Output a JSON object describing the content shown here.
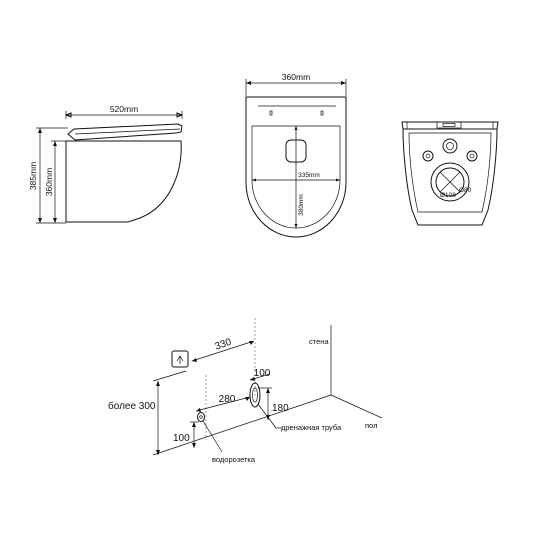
{
  "side_view": {
    "length_label": "520mm",
    "height_total_label": "385mm",
    "height_bowl_label": "360mm"
  },
  "top_view": {
    "width_label": "360mm",
    "seat_width_label": "335mm",
    "seat_depth_label": "380mm"
  },
  "back_view": {
    "outlet_label": "Ø108",
    "hole_label": "Ø80"
  },
  "installation": {
    "wall_label": "стена",
    "floor_label": "пол",
    "drain_label": "дренажная труба",
    "water_socket_label": "водорозетка",
    "dim_330": "330",
    "dim_100_drain": "100",
    "dim_280": "280",
    "dim_180": "180",
    "dim_100_socket": "100",
    "dim_height": "более 300"
  }
}
